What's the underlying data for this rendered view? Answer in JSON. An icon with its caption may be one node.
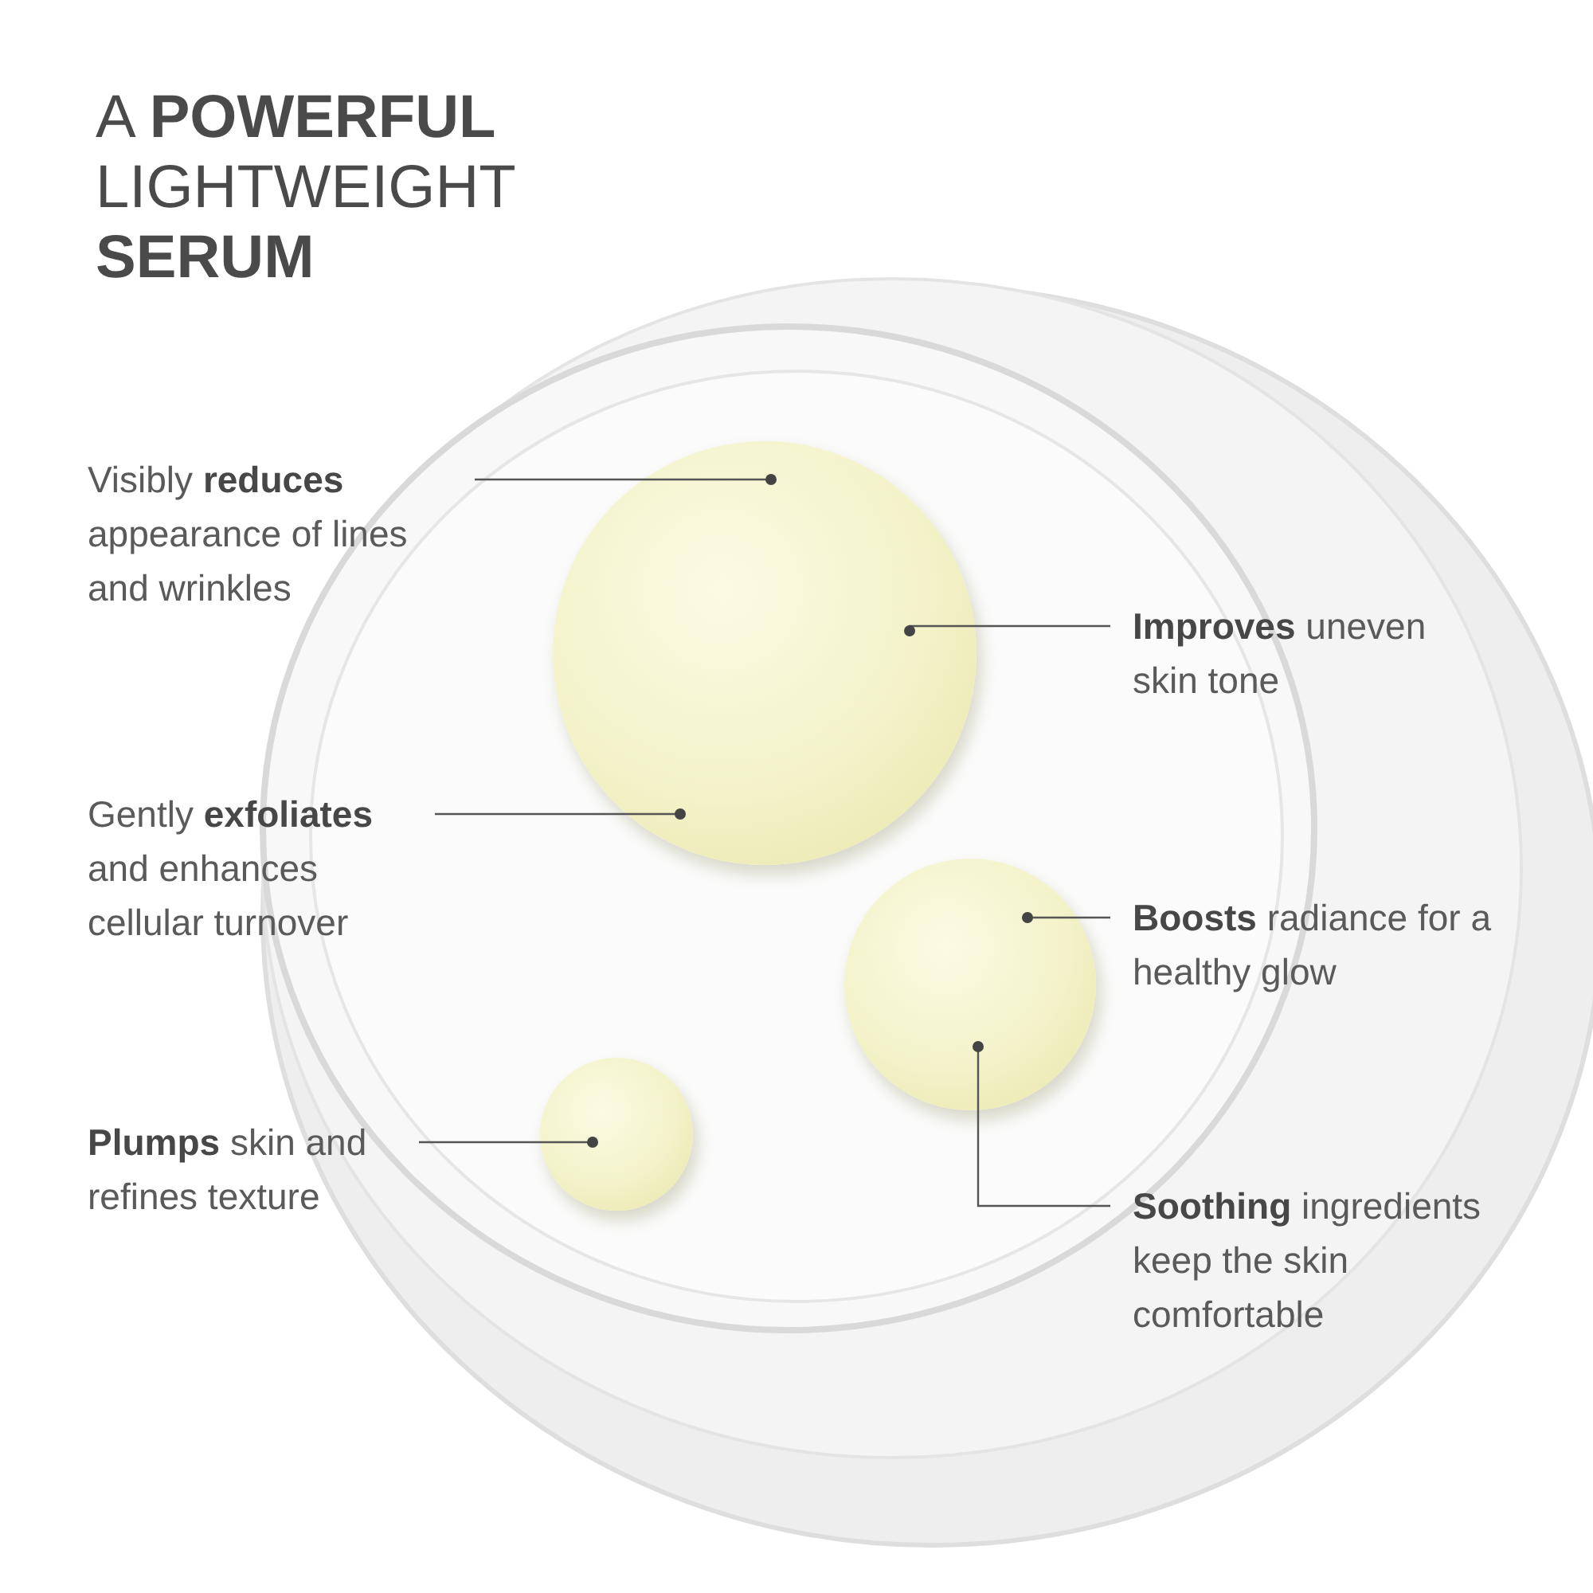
{
  "diagram": {
    "title": "A **POWERFUL** LIGHTWEIGHT **SERUM**",
    "nodes": [
      {
        "text": [
          "Visibly **reduces** appearance of lines and wrinkles"
        ]
      },
      {
        "text": [
          "**Improves** uneven skin tone"
        ]
      },
      {
        "text": [
          "Gently **exfoliates** and enhances cellular turnover"
        ]
      },
      {
        "text": [
          "**Boosts** radiance for a healthy glow"
        ]
      },
      {
        "text": [
          "**Plumps** skin and refines texture"
        ]
      },
      {
        "text": [
          "**Soothing** ingredients keep the skin comfortable"
        ]
      },
      {
        "text": [],
        "shape": "circle"
      },
      {
        "text": [],
        "shape": "circle"
      },
      {
        "text": [],
        "shape": "circle"
      }
    ],
    "edges": [
      {
        "from": 0,
        "to": 6,
        "arrow": "other"
      },
      {
        "from": 1,
        "to": 6,
        "arrow": "other"
      },
      {
        "from": 2,
        "to": 6,
        "arrow": "other"
      },
      {
        "from": 3,
        "to": 7,
        "arrow": "other"
      },
      {
        "from": 4,
        "to": 8,
        "arrow": "other"
      },
      {
        "from": 5,
        "to": 7,
        "arrow": "other"
      }
    ]
  }
}
